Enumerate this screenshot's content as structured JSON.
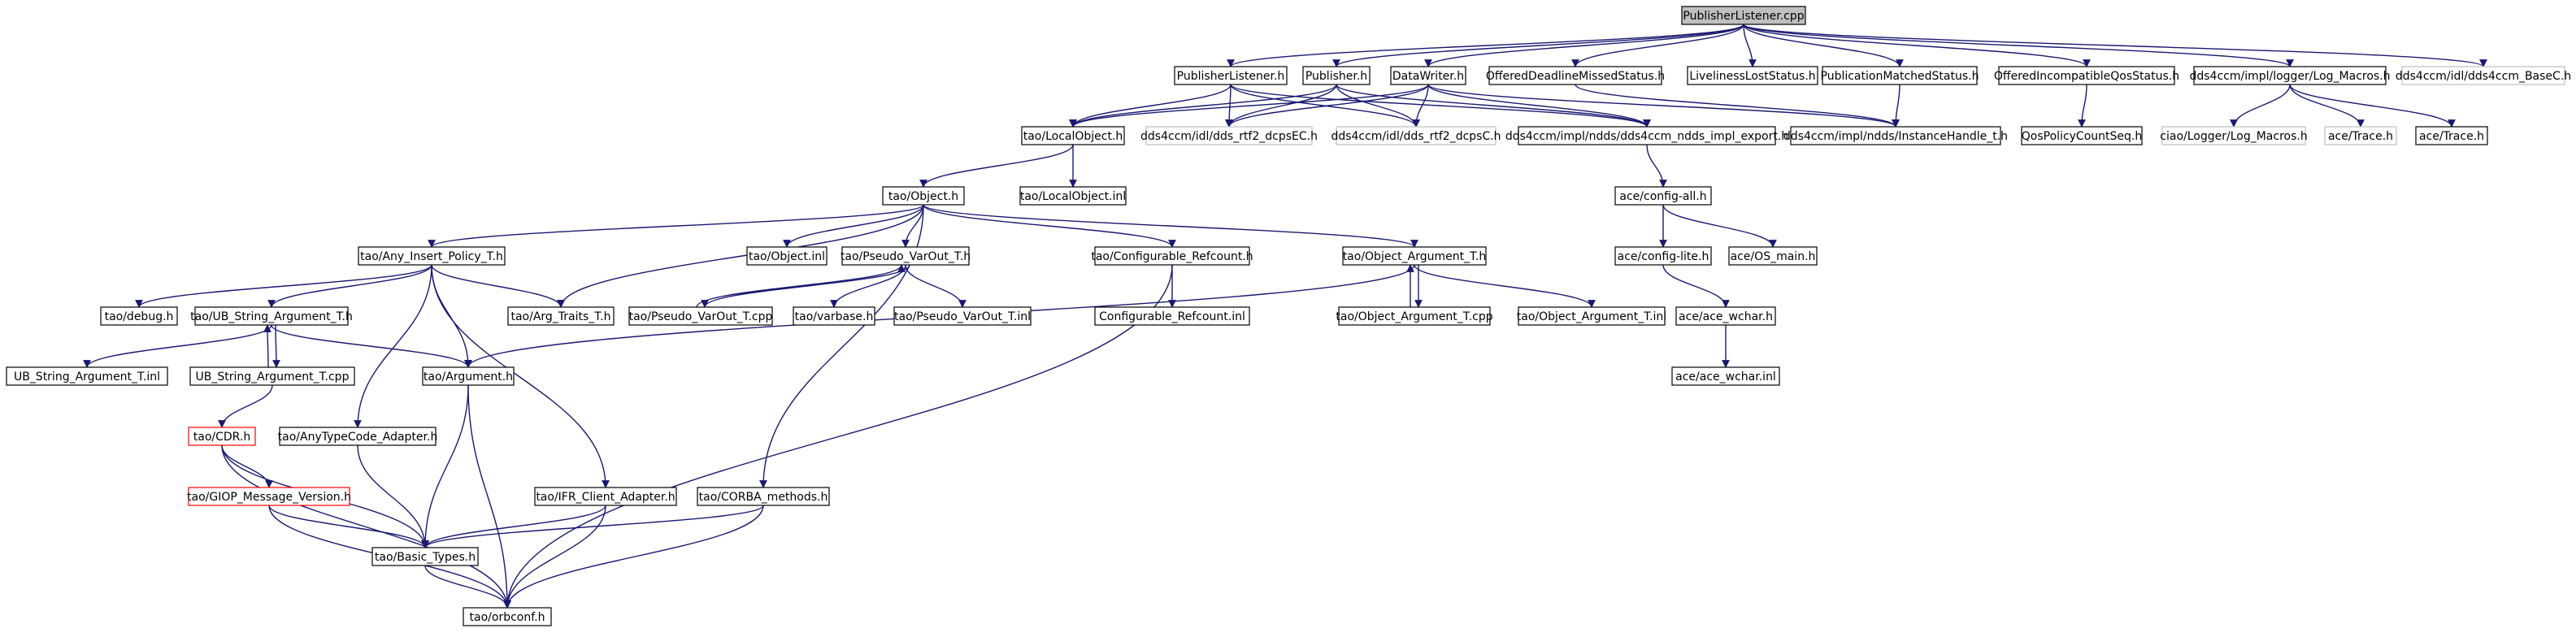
{
  "colors": {
    "edge": "#191970",
    "node_border": "#000000",
    "node_border_external": "#bfbfbf",
    "node_border_incomplete": "#ff0000",
    "root_fill": "#bfbfbf",
    "node_fill": "#ffffff"
  },
  "nodes": [
    {
      "id": "publisherlistener_cpp",
      "label": "PublisherListener.cpp",
      "style": "root"
    },
    {
      "id": "publisherlistener_h",
      "label": "PublisherListener.h",
      "style": "normal"
    },
    {
      "id": "publisher_h",
      "label": "Publisher.h",
      "style": "normal"
    },
    {
      "id": "datawriter_h",
      "label": "DataWriter.h",
      "style": "normal"
    },
    {
      "id": "offereddeadline_h",
      "label": "OfferedDeadlineMissedStatus.h",
      "style": "normal"
    },
    {
      "id": "livelinesslost_h",
      "label": "LivelinessLostStatus.h",
      "style": "normal"
    },
    {
      "id": "pubmatched_h",
      "label": "PublicationMatchedStatus.h",
      "style": "normal"
    },
    {
      "id": "offeredincompat_h",
      "label": "OfferedIncompatibleQosStatus.h",
      "style": "normal"
    },
    {
      "id": "logmacros_h",
      "label": "dds4ccm/impl/logger/Log_Macros.h",
      "style": "normal"
    },
    {
      "id": "basec_h",
      "label": "dds4ccm/idl/dds4ccm_BaseC.h",
      "style": "external"
    },
    {
      "id": "localobject_h",
      "label": "tao/LocalObject.h",
      "style": "normal"
    },
    {
      "id": "rtf2ec_h",
      "label": "dds4ccm/idl/dds_rtf2_dcpsEC.h",
      "style": "external"
    },
    {
      "id": "rtf2c_h",
      "label": "dds4ccm/idl/dds_rtf2_dcpsC.h",
      "style": "external"
    },
    {
      "id": "nddsexport_h",
      "label": "dds4ccm/impl/ndds/dds4ccm_ndds_impl_export.h",
      "style": "normal"
    },
    {
      "id": "instancehandle_h",
      "label": "dds4ccm/impl/ndds/InstanceHandle_t.h",
      "style": "normal"
    },
    {
      "id": "qospolicycountseq_h",
      "label": "QosPolicyCountSeq.h",
      "style": "normal"
    },
    {
      "id": "ciaologmacros_h",
      "label": "ciao/Logger/Log_Macros.h",
      "style": "external"
    },
    {
      "id": "trace1_h",
      "label": "ace/Trace.h",
      "style": "external"
    },
    {
      "id": "trace2_h",
      "label": "ace/Trace.h",
      "style": "normal"
    },
    {
      "id": "object_h",
      "label": "tao/Object.h",
      "style": "normal"
    },
    {
      "id": "localobject_inl",
      "label": "tao/LocalObject.inl",
      "style": "normal"
    },
    {
      "id": "configall_h",
      "label": "ace/config-all.h",
      "style": "normal"
    },
    {
      "id": "anyinsert_h",
      "label": "tao/Any_Insert_Policy_T.h",
      "style": "normal"
    },
    {
      "id": "object_inl",
      "label": "tao/Object.inl",
      "style": "normal"
    },
    {
      "id": "pseudovarout_h",
      "label": "tao/Pseudo_VarOut_T.h",
      "style": "normal"
    },
    {
      "id": "configrefcount_h",
      "label": "tao/Configurable_Refcount.h",
      "style": "normal"
    },
    {
      "id": "objectargument_h",
      "label": "tao/Object_Argument_T.h",
      "style": "normal"
    },
    {
      "id": "configlite_h",
      "label": "ace/config-lite.h",
      "style": "normal"
    },
    {
      "id": "osmain_h",
      "label": "ace/OS_main.h",
      "style": "normal"
    },
    {
      "id": "debug_h",
      "label": "tao/debug.h",
      "style": "normal"
    },
    {
      "id": "ubstringarg_h",
      "label": "tao/UB_String_Argument_T.h",
      "style": "normal"
    },
    {
      "id": "argtraits_h",
      "label": "tao/Arg_Traits_T.h",
      "style": "normal"
    },
    {
      "id": "pseudovarout_cpp",
      "label": "tao/Pseudo_VarOut_T.cpp",
      "style": "normal"
    },
    {
      "id": "varbase_h",
      "label": "tao/varbase.h",
      "style": "normal"
    },
    {
      "id": "pseudovarout_inl",
      "label": "tao/Pseudo_VarOut_T.inl",
      "style": "normal"
    },
    {
      "id": "configrefcount_inl",
      "label": "Configurable_Refcount.inl",
      "style": "normal"
    },
    {
      "id": "objectargument_cpp",
      "label": "tao/Object_Argument_T.cpp",
      "style": "normal"
    },
    {
      "id": "objectargument_inl",
      "label": "tao/Object_Argument_T.inl",
      "style": "normal"
    },
    {
      "id": "acewchar_h",
      "label": "ace/ace_wchar.h",
      "style": "normal"
    },
    {
      "id": "ubstringarg_inl",
      "label": "UB_String_Argument_T.inl",
      "style": "normal"
    },
    {
      "id": "ubstringarg_cpp",
      "label": "UB_String_Argument_T.cpp",
      "style": "normal"
    },
    {
      "id": "argument_h",
      "label": "tao/Argument.h",
      "style": "normal"
    },
    {
      "id": "acewchar_inl",
      "label": "ace/ace_wchar.inl",
      "style": "normal"
    },
    {
      "id": "cdr_h",
      "label": "tao/CDR.h",
      "style": "incomplete"
    },
    {
      "id": "anytypecode_h",
      "label": "tao/AnyTypeCode_Adapter.h",
      "style": "normal"
    },
    {
      "id": "giop_h",
      "label": "tao/GIOP_Message_Version.h",
      "style": "incomplete"
    },
    {
      "id": "ifrclient_h",
      "label": "tao/IFR_Client_Adapter.h",
      "style": "normal"
    },
    {
      "id": "corbamethods_h",
      "label": "tao/CORBA_methods.h",
      "style": "normal"
    },
    {
      "id": "basictypes_h",
      "label": "tao/Basic_Types.h",
      "style": "normal"
    },
    {
      "id": "orbconf_h",
      "label": "tao/orbconf.h",
      "style": "normal"
    }
  ],
  "edges": [
    [
      "publisherlistener_cpp",
      "publisherlistener_h"
    ],
    [
      "publisherlistener_cpp",
      "publisher_h"
    ],
    [
      "publisherlistener_cpp",
      "datawriter_h"
    ],
    [
      "publisherlistener_cpp",
      "offereddeadline_h"
    ],
    [
      "publisherlistener_cpp",
      "livelinesslost_h"
    ],
    [
      "publisherlistener_cpp",
      "pubmatched_h"
    ],
    [
      "publisherlistener_cpp",
      "offeredincompat_h"
    ],
    [
      "publisherlistener_cpp",
      "logmacros_h"
    ],
    [
      "publisherlistener_cpp",
      "basec_h"
    ],
    [
      "publisherlistener_h",
      "localobject_h"
    ],
    [
      "publisherlistener_h",
      "rtf2ec_h"
    ],
    [
      "publisherlistener_h",
      "rtf2c_h"
    ],
    [
      "publisherlistener_h",
      "nddsexport_h"
    ],
    [
      "publisher_h",
      "localobject_h"
    ],
    [
      "publisher_h",
      "rtf2ec_h"
    ],
    [
      "publisher_h",
      "rtf2c_h"
    ],
    [
      "publisher_h",
      "nddsexport_h"
    ],
    [
      "datawriter_h",
      "localobject_h"
    ],
    [
      "datawriter_h",
      "rtf2ec_h"
    ],
    [
      "datawriter_h",
      "rtf2c_h"
    ],
    [
      "datawriter_h",
      "nddsexport_h"
    ],
    [
      "datawriter_h",
      "instancehandle_h"
    ],
    [
      "offereddeadline_h",
      "instancehandle_h"
    ],
    [
      "pubmatched_h",
      "instancehandle_h"
    ],
    [
      "offeredincompat_h",
      "qospolicycountseq_h"
    ],
    [
      "logmacros_h",
      "ciaologmacros_h"
    ],
    [
      "logmacros_h",
      "trace1_h"
    ],
    [
      "logmacros_h",
      "trace2_h"
    ],
    [
      "localobject_h",
      "object_h"
    ],
    [
      "localobject_h",
      "localobject_inl"
    ],
    [
      "nddsexport_h",
      "configall_h"
    ],
    [
      "configall_h",
      "configlite_h"
    ],
    [
      "configall_h",
      "osmain_h"
    ],
    [
      "configlite_h",
      "acewchar_h"
    ],
    [
      "acewchar_h",
      "acewchar_inl"
    ],
    [
      "object_h",
      "anyinsert_h"
    ],
    [
      "object_h",
      "object_inl"
    ],
    [
      "object_h",
      "pseudovarout_h"
    ],
    [
      "object_h",
      "configrefcount_h"
    ],
    [
      "object_h",
      "objectargument_h"
    ],
    [
      "object_h",
      "argtraits_h"
    ],
    [
      "object_h",
      "corbamethods_h"
    ],
    [
      "anyinsert_h",
      "debug_h"
    ],
    [
      "anyinsert_h",
      "ubstringarg_h"
    ],
    [
      "anyinsert_h",
      "argtraits_h"
    ],
    [
      "anyinsert_h",
      "argument_h"
    ],
    [
      "anyinsert_h",
      "anytypecode_h"
    ],
    [
      "anyinsert_h",
      "ifrclient_h"
    ],
    [
      "pseudovarout_h",
      "pseudovarout_cpp"
    ],
    [
      "pseudovarout_h",
      "varbase_h"
    ],
    [
      "pseudovarout_h",
      "pseudovarout_inl"
    ],
    [
      "pseudovarout_cpp",
      "pseudovarout_h"
    ],
    [
      "configrefcount_h",
      "configrefcount_inl"
    ],
    [
      "configrefcount_h",
      "orbconf_h"
    ],
    [
      "objectargument_h",
      "objectargument_cpp"
    ],
    [
      "objectargument_h",
      "objectargument_inl"
    ],
    [
      "objectargument_h",
      "argument_h"
    ],
    [
      "objectargument_cpp",
      "objectargument_h"
    ],
    [
      "ubstringarg_h",
      "ubstringarg_inl"
    ],
    [
      "ubstringarg_h",
      "ubstringarg_cpp"
    ],
    [
      "ubstringarg_h",
      "argument_h"
    ],
    [
      "ubstringarg_cpp",
      "ubstringarg_h"
    ],
    [
      "ubstringarg_cpp",
      "cdr_h"
    ],
    [
      "argument_h",
      "basictypes_h"
    ],
    [
      "argument_h",
      "orbconf_h"
    ],
    [
      "cdr_h",
      "giop_h"
    ],
    [
      "cdr_h",
      "basictypes_h"
    ],
    [
      "cdr_h",
      "orbconf_h"
    ],
    [
      "giop_h",
      "basictypes_h"
    ],
    [
      "giop_h",
      "orbconf_h"
    ],
    [
      "anytypecode_h",
      "basictypes_h"
    ],
    [
      "ifrclient_h",
      "basictypes_h"
    ],
    [
      "ifrclient_h",
      "orbconf_h"
    ],
    [
      "corbamethods_h",
      "basictypes_h"
    ],
    [
      "corbamethods_h",
      "orbconf_h"
    ],
    [
      "basictypes_h",
      "orbconf_h"
    ]
  ]
}
